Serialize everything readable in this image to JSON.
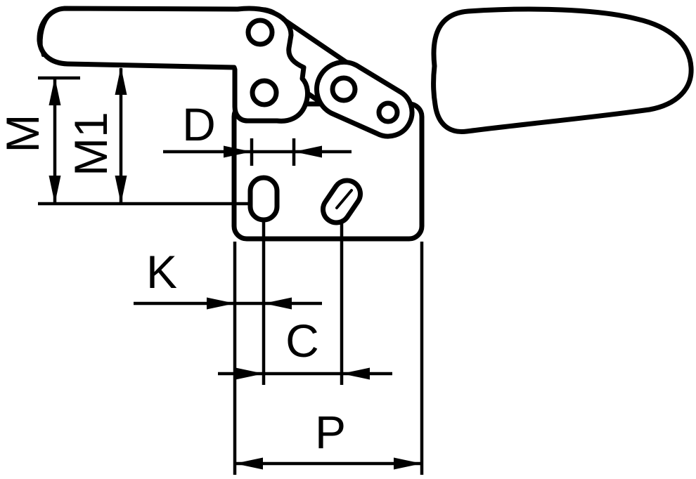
{
  "diagram": {
    "labels": {
      "M": "M",
      "M1": "M1",
      "D": "D",
      "K": "K",
      "C": "C",
      "P": "P"
    },
    "colors": {
      "line": "#000000",
      "background": "#ffffff"
    }
  }
}
